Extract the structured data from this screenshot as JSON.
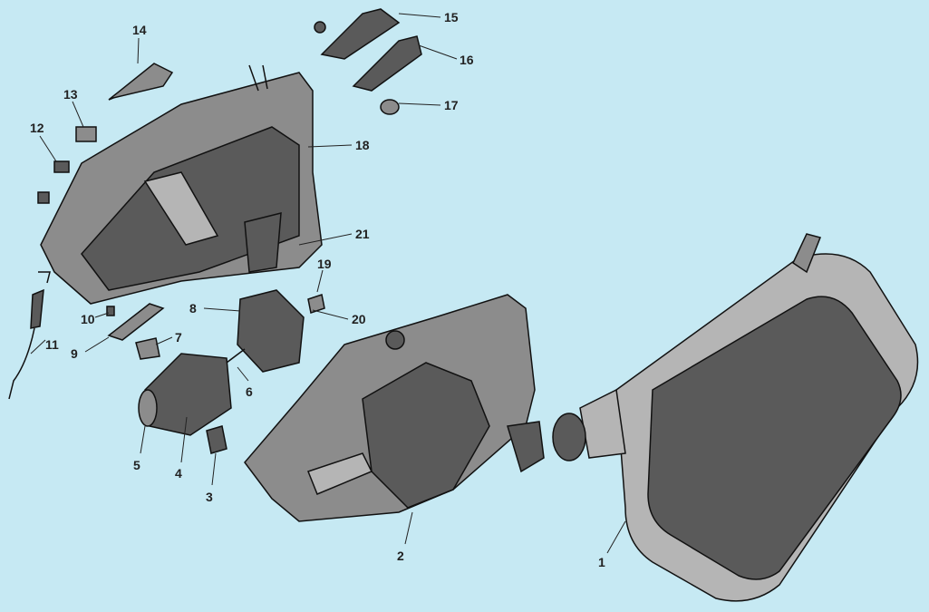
{
  "diagram": {
    "type": "exploded-parts-view",
    "part_numbers": [
      "1",
      "2",
      "3",
      "4",
      "5",
      "6",
      "7",
      "8",
      "9",
      "10",
      "11",
      "12",
      "13",
      "14",
      "15",
      "16",
      "17",
      "18",
      "19",
      "20",
      "21"
    ]
  },
  "colors": {
    "background": "#c6e9f3",
    "dark_part": "#5a5a5a",
    "mid_part": "#8c8c8c",
    "light_part": "#b5b5b5"
  }
}
